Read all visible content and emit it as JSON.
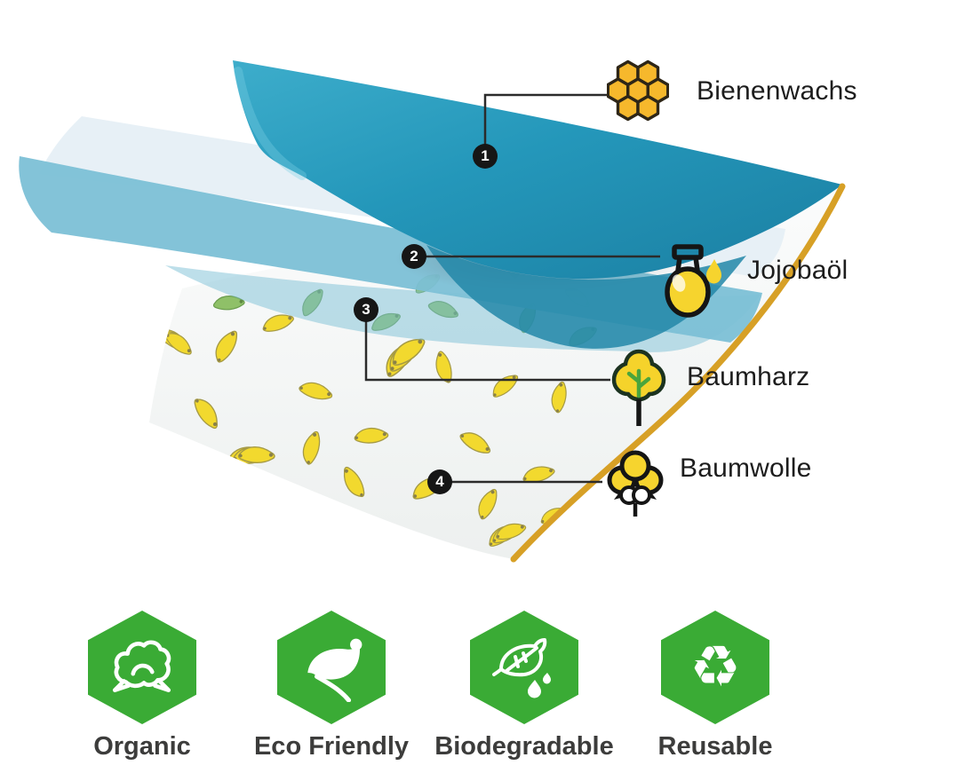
{
  "diagram": {
    "layers": [
      {
        "number": "1",
        "label": "Bienenwachs",
        "icon": "honeycomb-icon"
      },
      {
        "number": "2",
        "label": "Jojobaöl",
        "icon": "oil-flask-icon"
      },
      {
        "number": "3",
        "label": "Baumharz",
        "icon": "tree-icon"
      },
      {
        "number": "4",
        "label": "Baumwolle",
        "icon": "cotton-boll-icon"
      }
    ]
  },
  "badges": [
    {
      "label": "Organic",
      "icon": "cotton-icon"
    },
    {
      "label": "Eco Friendly",
      "icon": "leaf-icon"
    },
    {
      "label": "Biodegradable",
      "icon": "leaf-drops-icon"
    },
    {
      "label": "Reusable",
      "icon": "recycle-icon",
      "glyph": "♻"
    }
  ],
  "colors": {
    "layer_teal": "#2196ba",
    "layer_pale": "#e4eef5",
    "layer_blue": "#7cc0d6",
    "wax_edge_gold": "#d9a228",
    "fabric_white": "#f7f9f8",
    "banana_yellow": "#f2d92e",
    "banana_green": "#8fc068",
    "icon_yellow": "#f6d42e",
    "badge_green": "#3aab35",
    "marker_black": "#161616",
    "label_text": "#1d1d1d",
    "badge_text": "#3c3c3b"
  }
}
